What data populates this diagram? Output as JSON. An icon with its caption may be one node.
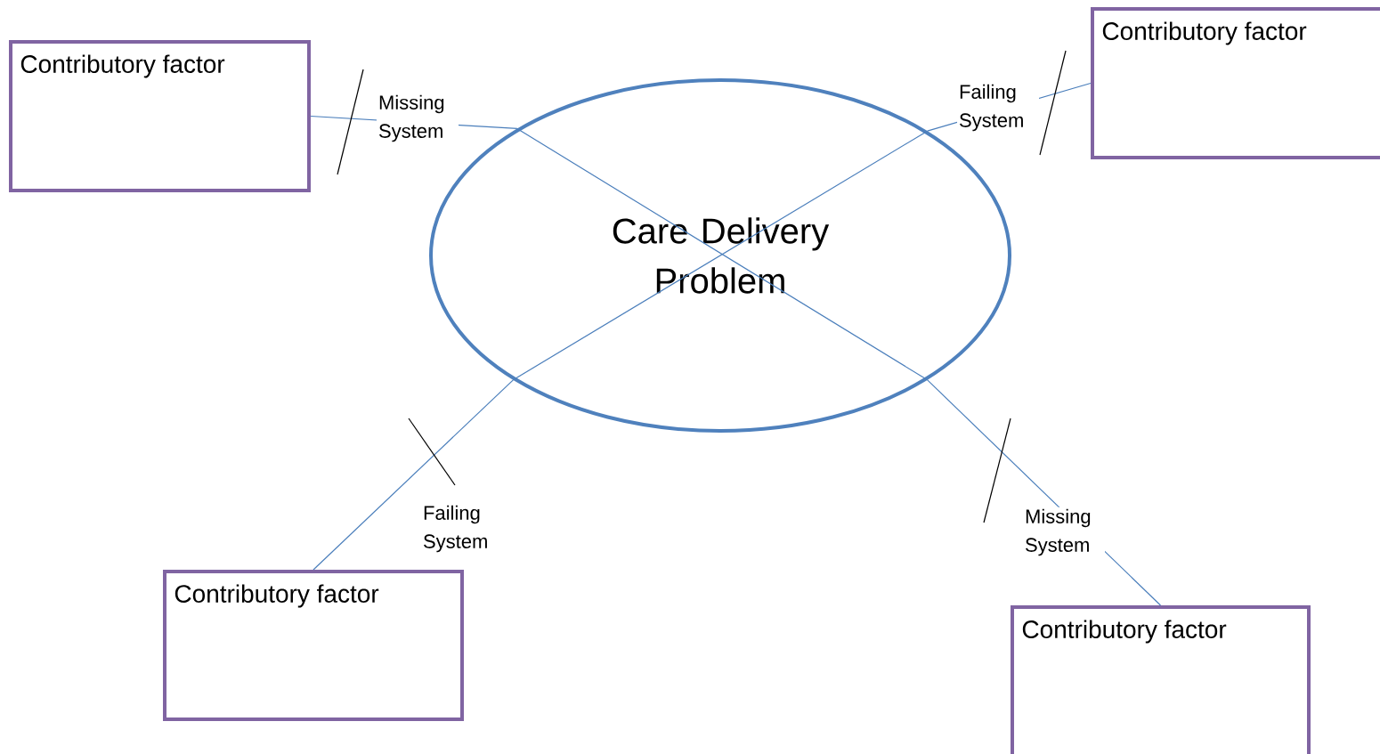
{
  "diagram": {
    "nodes": [
      {
        "text": [
          "Care Delivery Problem"
        ]
      },
      {
        "text": [
          "Contributory factor"
        ]
      },
      {
        "text": [
          "Contributory factor"
        ]
      },
      {
        "text": [
          "Contributory factor"
        ]
      },
      {
        "text": [
          "Contributory factor"
        ]
      }
    ],
    "edges": [
      {
        "from": 1,
        "to": 0,
        "arrow": "none",
        "label": "Missing System"
      },
      {
        "from": 2,
        "to": 0,
        "arrow": "none",
        "label": "Failing System"
      },
      {
        "from": 3,
        "to": 0,
        "arrow": "none",
        "label": "Failing System"
      },
      {
        "from": 4,
        "to": 0,
        "arrow": "none",
        "label": "Missing System"
      }
    ]
  }
}
